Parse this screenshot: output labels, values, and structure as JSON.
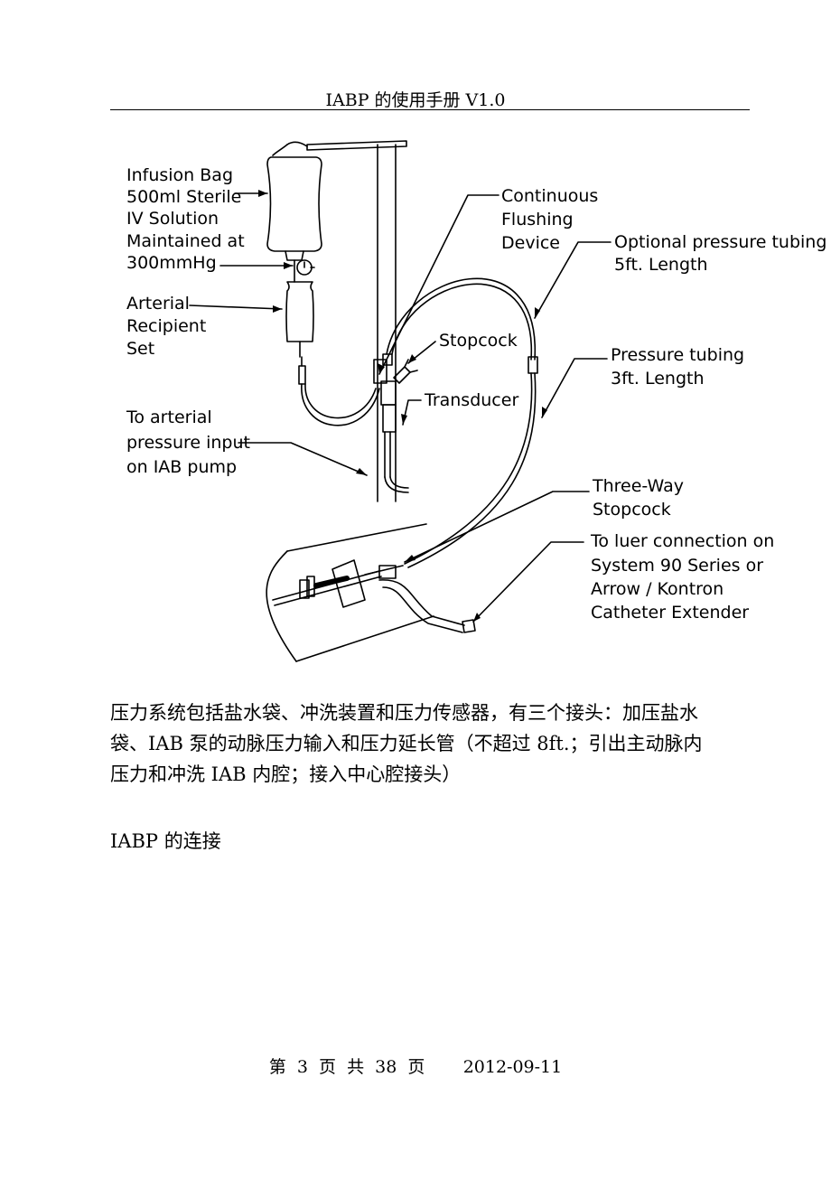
{
  "header": {
    "title": "IABP 的使用手册  V1.0"
  },
  "figure": {
    "labels": {
      "infusion_bag": [
        "Infusion Bag",
        "500ml Sterile",
        "IV Solution",
        "Maintained at",
        "300mmHg"
      ],
      "arterial_set": [
        "Arterial",
        "Recipient",
        "Set"
      ],
      "arterial_input": [
        "To arterial",
        "pressure input",
        "on IAB pump"
      ],
      "flushing_device": [
        "Continuous",
        "Flushing",
        "Device"
      ],
      "optional_tubing": [
        "Optional pressure tubing",
        "5ft. Length"
      ],
      "stopcock": [
        "Stopcock"
      ],
      "pressure_tubing": [
        "Pressure tubing",
        "3ft. Length"
      ],
      "transducer": [
        "Transducer"
      ],
      "three_way": [
        "Three-Way",
        "Stopcock"
      ],
      "luer": [
        "To luer connection on",
        "System 90 Series or",
        "Arrow / Kontron",
        "Catheter Extender"
      ]
    }
  },
  "body": {
    "paragraph_lines": [
      "压力系统包括盐水袋、冲洗装置和压力传感器，有三个接头：加压盐水",
      "袋、IAB 泵的动脉压力输入和压力延长管（不超过 8ft.；引出主动脉内",
      "压力和冲洗 IAB 内腔；接入中心腔接头）"
    ],
    "section_heading": "IABP 的连接"
  },
  "footer": {
    "text": "第  3  页  共  38  页       2012-09-11"
  }
}
